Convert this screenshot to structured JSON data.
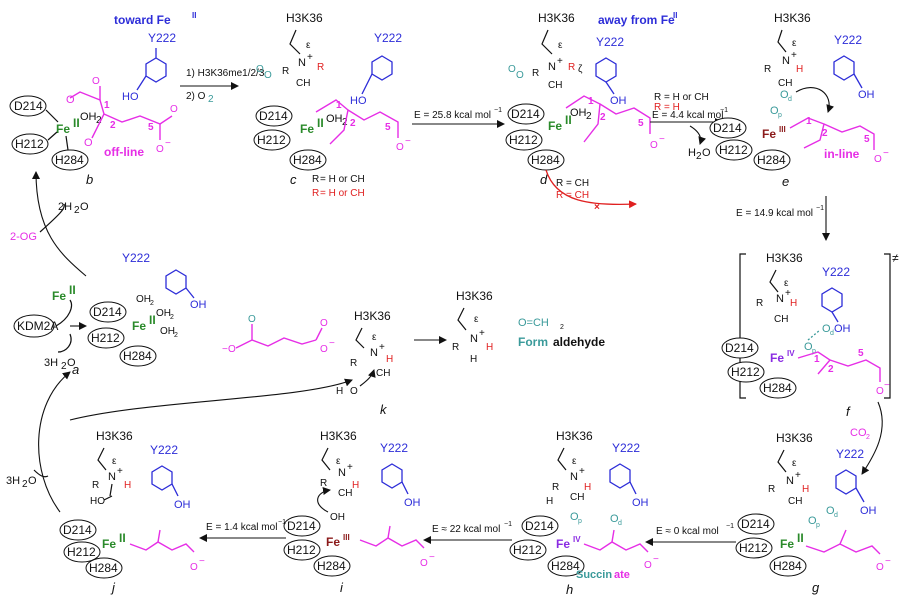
{
  "colors": {
    "pink": "#e62ee6",
    "blue": "#2d2dd8",
    "green": "#2a8a2a",
    "red": "#e02020",
    "teal": "#3a9a9a",
    "purple": "#8a2be2",
    "brown": "#8b1a1a"
  },
  "residues": {
    "d214": "D214",
    "h212": "H212",
    "h284": "H284",
    "y222": "Y222",
    "h3k36": "H3K36",
    "kdm2a": "KDM2A"
  },
  "fe": {
    "ii": "Fe",
    "iii": "Fe",
    "iv": "Fe",
    "sup_ii": "II",
    "sup_iii": "III",
    "sup_iv": "IV"
  },
  "labels": {
    "a": "a",
    "b": "b",
    "c": "c",
    "d": "d",
    "e": "e",
    "f": "f",
    "g": "g",
    "h": "h",
    "i": "i",
    "j": "j",
    "k": "k"
  },
  "annotations": {
    "toward": "toward Fe",
    "toward_sup": "II",
    "away": "away from Fe",
    "away_sup": "II",
    "offline": "off-line",
    "inline": "in-line",
    "step1": "1) H3K36me1/2/3",
    "step2": "2) O",
    "step2_sub": "2",
    "r1_c": "R",
    "r1_c_rest": " = H or CH",
    "r2_c": "R",
    "r2_c_rest": " = H or CH",
    "r1_d1": "R = H or CH",
    "r2_d1": "R = H",
    "r1_d2": "R = CH",
    "r2_d2": "R = CH",
    "water_out": "H",
    "water_out2": "O",
    "two_h2o": "2H",
    "two_h2o2": "O",
    "three_h2o_a": "3H",
    "three_h2o_a2": "O",
    "three_h2o_left": "3H",
    "three_h2o_left2": "O",
    "og": "2-OG",
    "co2": "CO",
    "co2_sub": "2",
    "formaldehyde_formula": "O=CH",
    "formaldehyde_sub": "2",
    "formaldehyde_name_1": "Form",
    "formaldehyde_name_2": "aldehyde",
    "succinate_1": "Succin",
    "succinate_2": "ate",
    "ts": "≠",
    "epsilon": "ε",
    "zeta": "ζ"
  },
  "energies": {
    "c_d": "E = 25.8 kcal mol",
    "d_e": "E = 4.4 kcal mol",
    "e_f": "E = 14.9 kcal mol",
    "g_h": "E ≈ 0 kcal mol",
    "h_i": "E ≈ 22 kcal mol",
    "i_j": "E = 1.4 kcal mol",
    "unit_sup": "−1"
  },
  "atoms": {
    "o": "O",
    "oh": "OH",
    "oh2": "OH",
    "oh2_sub": "2",
    "n": "N",
    "plus": "+",
    "ch3": "CH",
    "ch2": "CH",
    "h": "H",
    "r1": "R",
    "r2": "R",
    "one": "1",
    "two": "2",
    "five": "5",
    "minus": "−",
    "od": "O",
    "op": "O",
    "d": "d",
    "p": "p",
    "ho": "HO"
  }
}
